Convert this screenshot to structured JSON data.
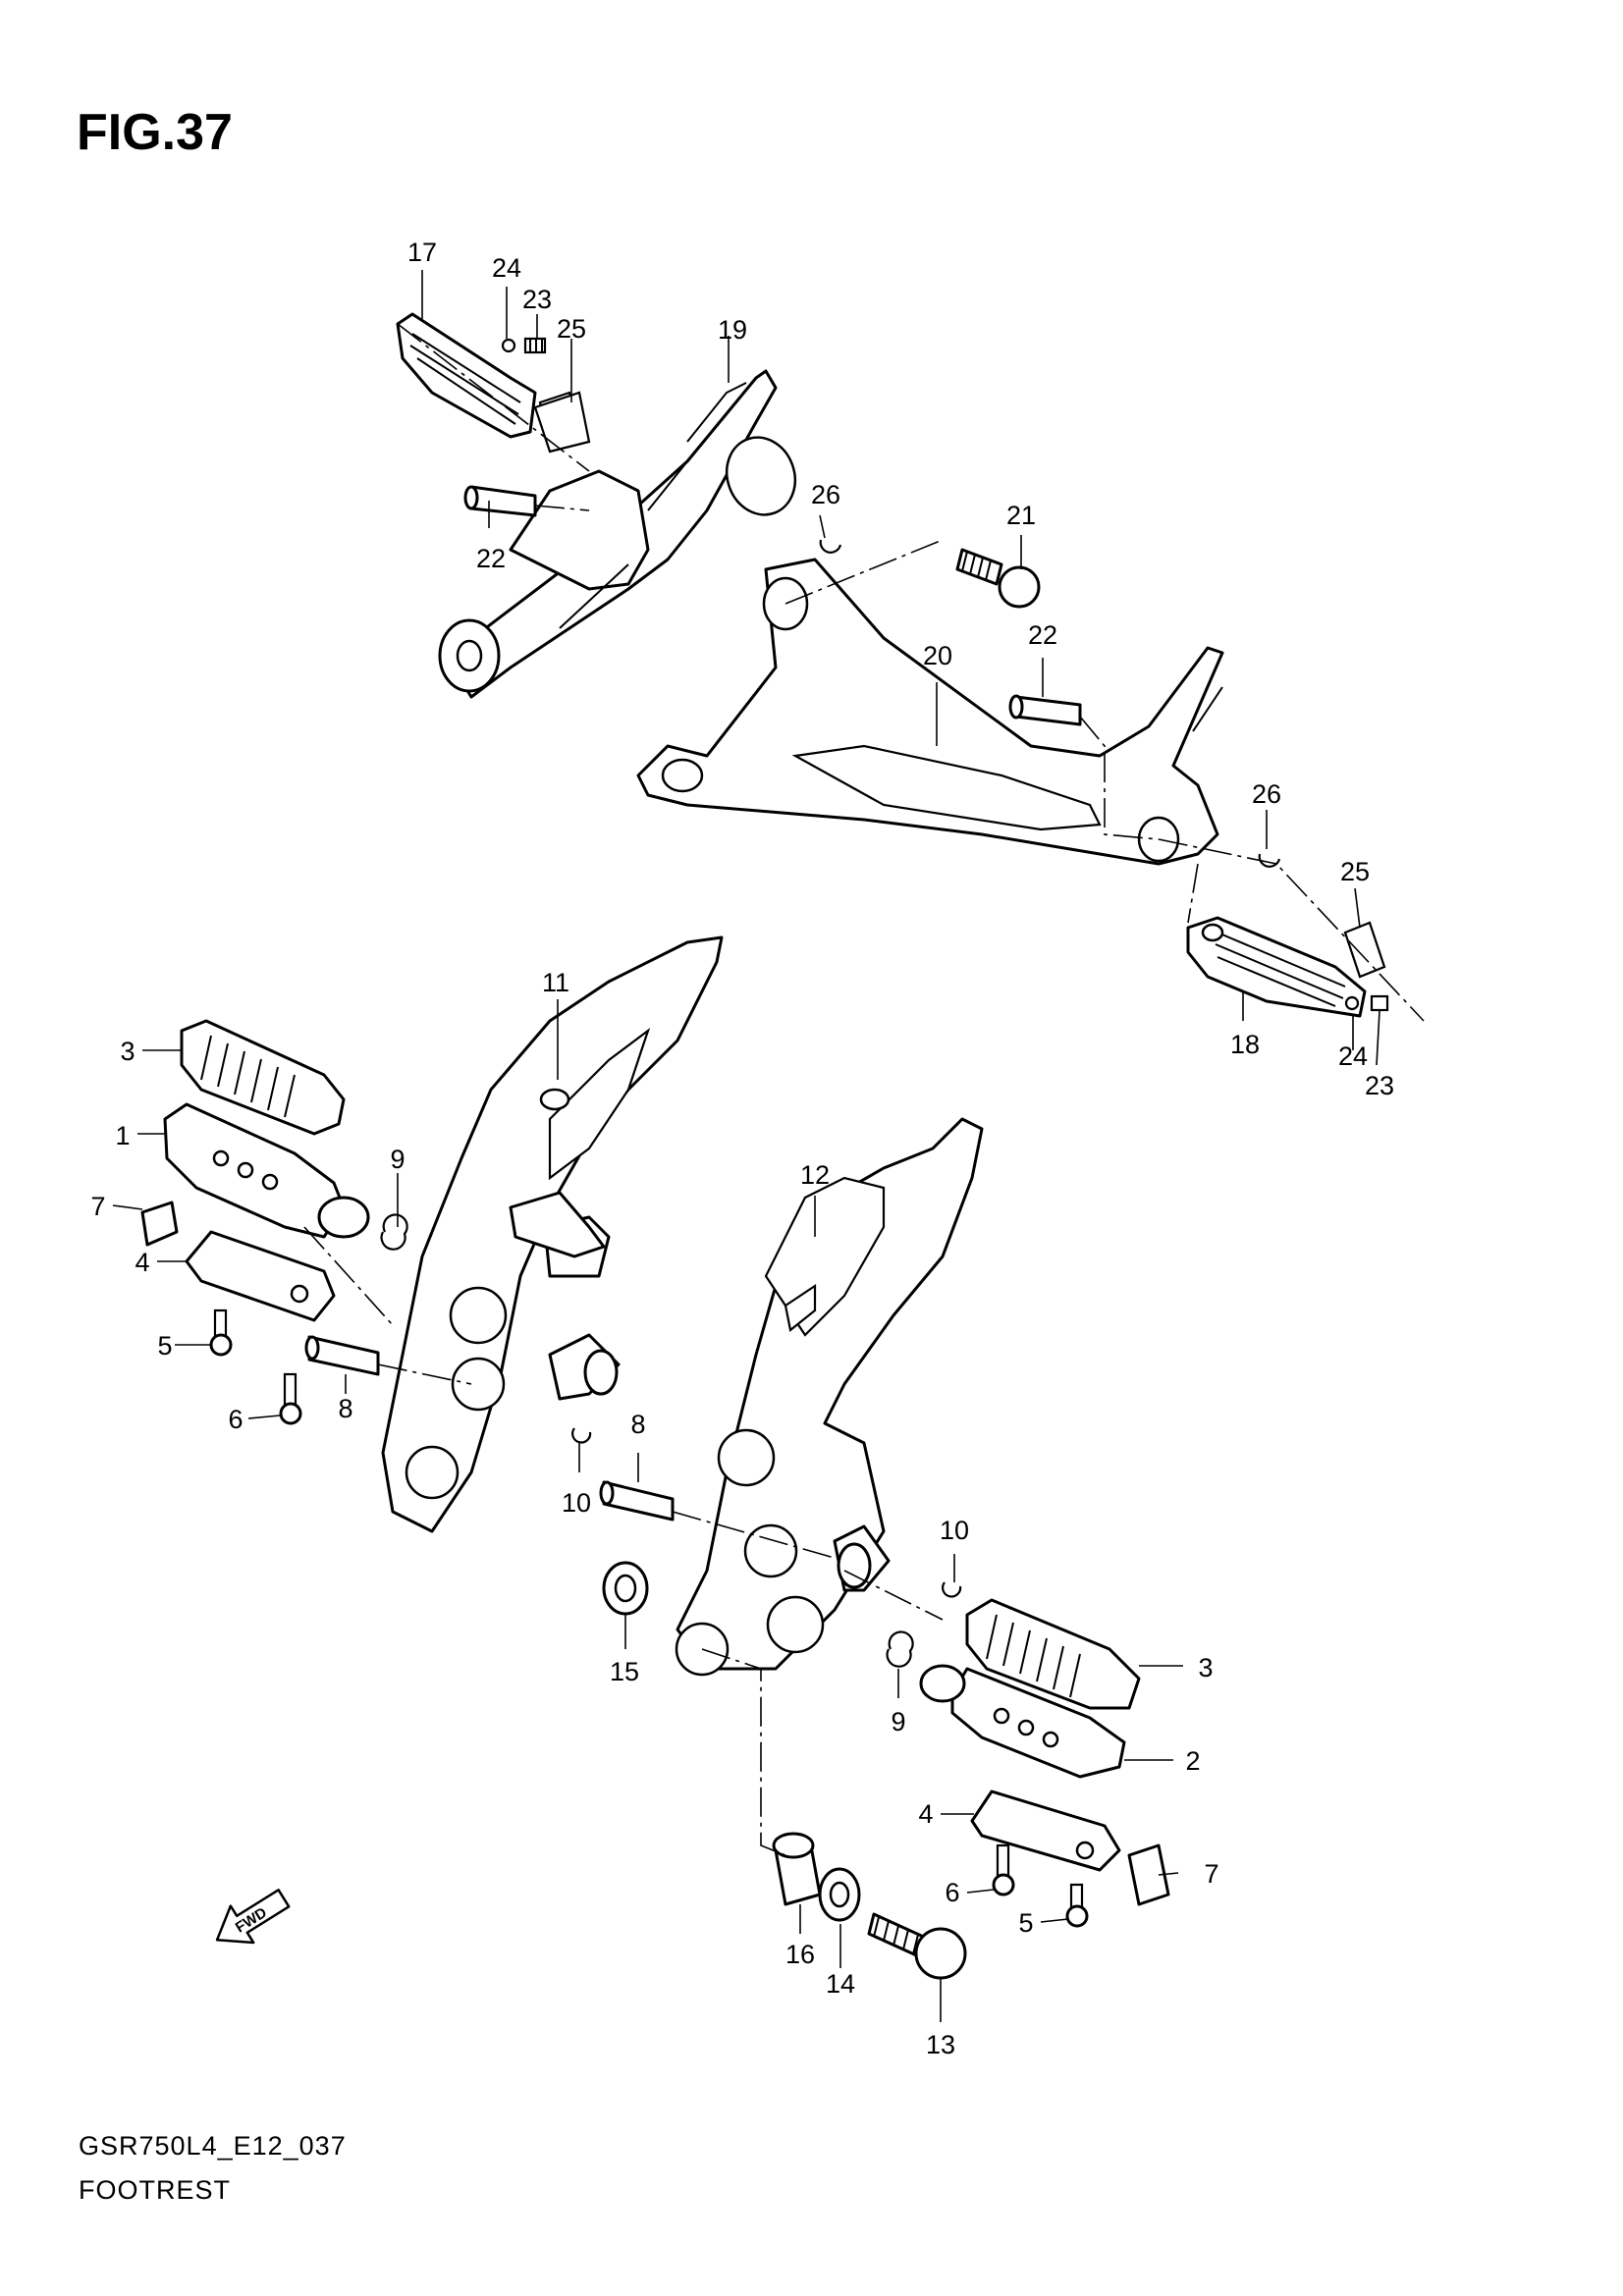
{
  "figure": {
    "title": "FIG.37"
  },
  "caption": {
    "model_code": "GSR750L4_E12_037",
    "section_name": "FOOTREST"
  },
  "fwd_badge": {
    "label": "FWD"
  },
  "callouts": {
    "c17": "17",
    "c24a": "24",
    "c23a": "23",
    "c25a": "25",
    "c19": "19",
    "c26a": "26",
    "c21": "21",
    "c22a": "22",
    "c22b": "22",
    "c20": "20",
    "c26b": "26",
    "c25b": "25",
    "c18": "18",
    "c24b": "24",
    "c23b": "23",
    "c11": "11",
    "c3a": "3",
    "c1": "1",
    "c7a": "7",
    "c9a": "9",
    "c4a": "4",
    "c5a": "5",
    "c8a": "8",
    "c6a": "6",
    "c10a": "10",
    "c12": "12",
    "c8b": "8",
    "c10b": "10",
    "c15": "15",
    "c3b": "3",
    "c9b": "9",
    "c2": "2",
    "c4b": "4",
    "c7b": "7",
    "c6b": "6",
    "c5b": "5",
    "c16": "16",
    "c14": "14",
    "c13": "13"
  }
}
